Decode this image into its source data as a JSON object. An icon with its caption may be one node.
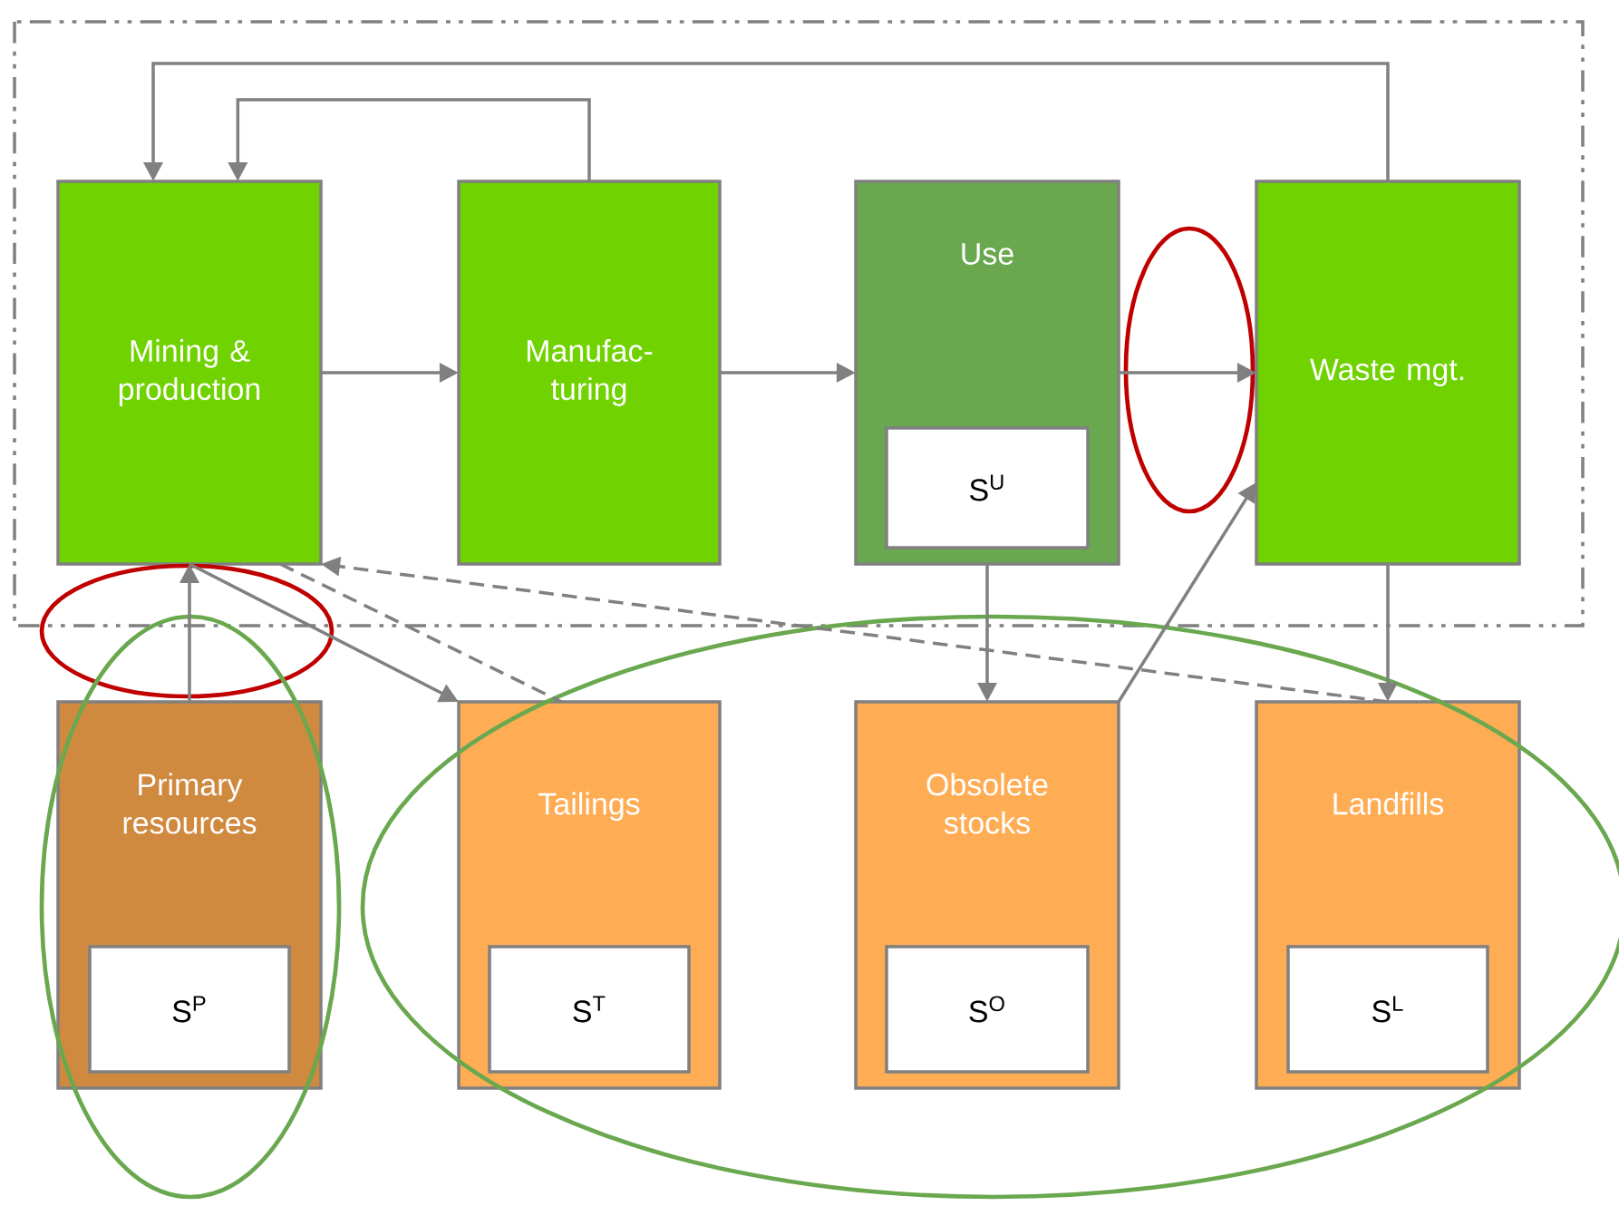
{
  "diagram": {
    "nodes": [
      {
        "text": [
          "Mining & production"
        ]
      },
      {
        "text": [
          "Manufac- turing"
        ]
      },
      {
        "text": [
          "Use"
        ]
      },
      {
        "text": [
          "S$^{U}$"
        ],
        "in": 2
      },
      {
        "text": [
          "Waste mgt."
        ]
      },
      {
        "text": [
          "Primary resources"
        ]
      },
      {
        "text": [
          "S$^{P}$"
        ],
        "in": 5
      },
      {
        "text": [
          "Tailings"
        ]
      },
      {
        "text": [
          "S$^{T}$"
        ],
        "in": 7
      },
      {
        "text": [
          "Obsolete stocks"
        ]
      },
      {
        "text": [
          "S$^{O}$"
        ],
        "in": 9
      },
      {
        "text": [
          "Landfills"
        ]
      },
      {
        "text": [
          "S$^{L}$"
        ],
        "in": 11
      }
    ],
    "edges": [
      {
        "from": 5,
        "to": 0,
        "arrow": "to"
      },
      {
        "from": 0,
        "to": 7,
        "arrow": "to"
      },
      {
        "from": 0,
        "to": 1,
        "arrow": "to"
      },
      {
        "from": 1,
        "to": 2,
        "arrow": "to"
      },
      {
        "from": 2,
        "to": 4,
        "arrow": "to"
      },
      {
        "from": 4,
        "to": 0,
        "arrow": "to"
      },
      {
        "from": 1,
        "to": 0,
        "arrow": "to"
      },
      {
        "from": 2,
        "to": 9,
        "arrow": "to"
      },
      {
        "from": 9,
        "to": 4,
        "arrow": "to"
      },
      {
        "from": 4,
        "to": 11,
        "arrow": "to"
      },
      {
        "from": 11,
        "to": 0,
        "arrow": "to",
        "style": "dashed"
      },
      {
        "from": 0,
        "to": 7,
        "arrow": "none",
        "style": "dashed"
      }
    ]
  }
}
